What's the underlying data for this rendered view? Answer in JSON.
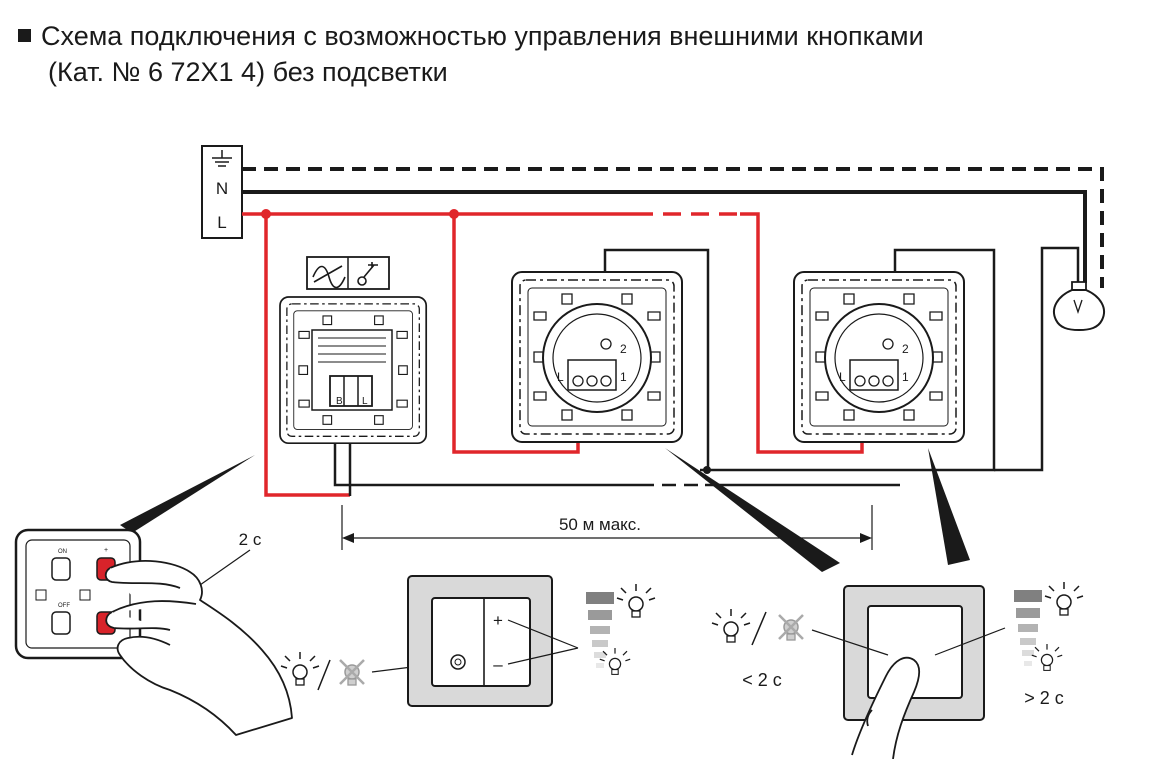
{
  "title": {
    "line1": "Схема подключения с возможностью управления внешними кнопками",
    "line2": "(Кат. № 6 72X1 4) без подсветки"
  },
  "terminal_block": {
    "labels": [
      "N",
      "L"
    ],
    "earth_symbol": "earth-ground-icon"
  },
  "dimmer": {
    "terminals": [
      "B",
      "L"
    ]
  },
  "push_buttons": {
    "terminal_labels": [
      "L",
      "1",
      "2"
    ]
  },
  "module_labels": {
    "on": "ON",
    "off": "OFF",
    "plus": "+"
  },
  "hold_time": "2 с",
  "distance": "50 м макс.",
  "dimmer_plate": {
    "plus": "+",
    "minus": "–"
  },
  "short_press": "< 2 с",
  "long_press": "> 2 с",
  "colors": {
    "live_wire": "#e0262b",
    "wire": "#1a1a1a",
    "plate_frame": "#d9d9d9",
    "highlight_button": "#d8232a"
  }
}
